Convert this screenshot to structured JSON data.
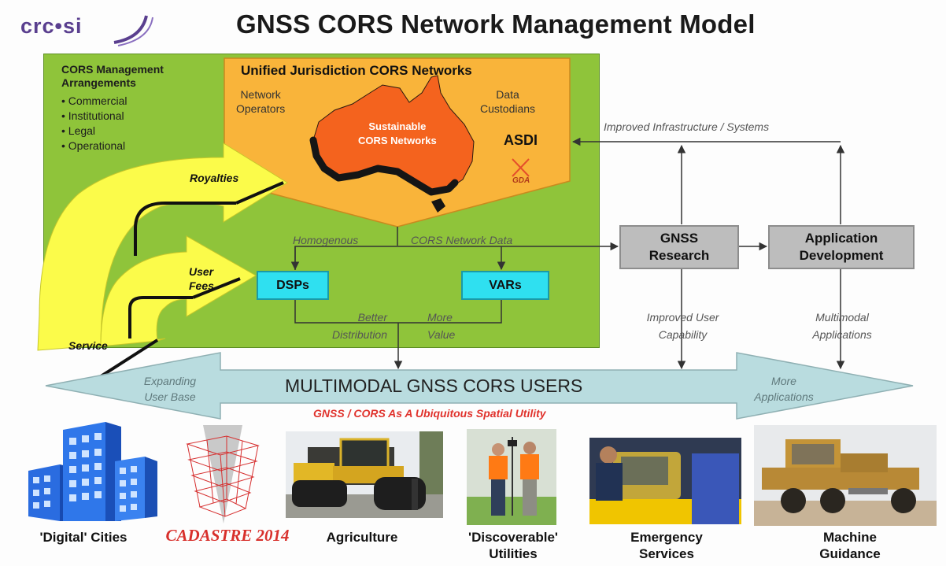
{
  "header": {
    "logo_text": "crc•si",
    "title": "GNSS CORS Network Management Model"
  },
  "management": {
    "title_line1": "CORS Management",
    "title_line2": "Arrangements",
    "items": [
      "• Commercial",
      "• Institutional",
      "• Legal",
      "• Operational"
    ]
  },
  "unified": {
    "title": "Unified Jurisdiction CORS Networks",
    "operators_line1": "Network",
    "operators_line2": "Operators",
    "custodians_line1": "Data",
    "custodians_line2": "Custodians",
    "map_label_line1": "Sustainable",
    "map_label_line2": "CORS Networks",
    "asdi": "ASDI",
    "gda": "GDA"
  },
  "flows": {
    "royalties": "Royalties",
    "user_fees_line1": "User",
    "user_fees_line2": "Fees",
    "service": "Service",
    "homogenous": "Homogenous",
    "cors_network_data": "CORS Network Data",
    "better_line1": "Better",
    "better_line2": "Distribution",
    "more_line1": "More",
    "more_line2": "Value",
    "improved_infra": "Improved Infrastructure / Systems",
    "improved_user_line1": "Improved User",
    "improved_user_line2": "Capability",
    "multimodal_line1": "Multimodal",
    "multimodal_line2": "Applications"
  },
  "boxes": {
    "dsps": "DSPs",
    "vars": "VARs",
    "gnss_research_line1": "GNSS",
    "gnss_research_line2": "Research",
    "app_dev_line1": "Application",
    "app_dev_line2": "Development"
  },
  "users_arrow": {
    "label": "MULTIMODAL GNSS CORS USERS",
    "left_line1": "Expanding",
    "left_line2": "User Base",
    "right_line1": "More",
    "right_line2": "Applications",
    "subtitle": "GNSS / CORS As A Ubiquitous Spatial Utility"
  },
  "captions": {
    "cities": "'Digital' Cities",
    "cadastre": "CADASTRE 2014",
    "agriculture": "Agriculture",
    "utilities_line1": "'Discoverable'",
    "utilities_line2": "Utilities",
    "emergency_line1": "Emergency",
    "emergency_line2": "Services",
    "machine_line1": "Machine",
    "machine_line2": "Guidance"
  },
  "colors": {
    "green_panel": "#8fc43a",
    "orange_panel": "#f9b43a",
    "map_orange": "#f4631e",
    "yellow_arrow": "#fbfb4a",
    "cyan_box": "#2fe0f0",
    "users_arrow": "#b9dcdf",
    "gray_box": "#bdbdbd",
    "subtitle_red": "#e0322c"
  },
  "icons": [
    "australia-map",
    "gda-cross-icon",
    "city-buildings-icon",
    "cadastre-3d-icon",
    "tractor-photo",
    "surveyors-photo",
    "emergency-photo",
    "grader-photo"
  ]
}
